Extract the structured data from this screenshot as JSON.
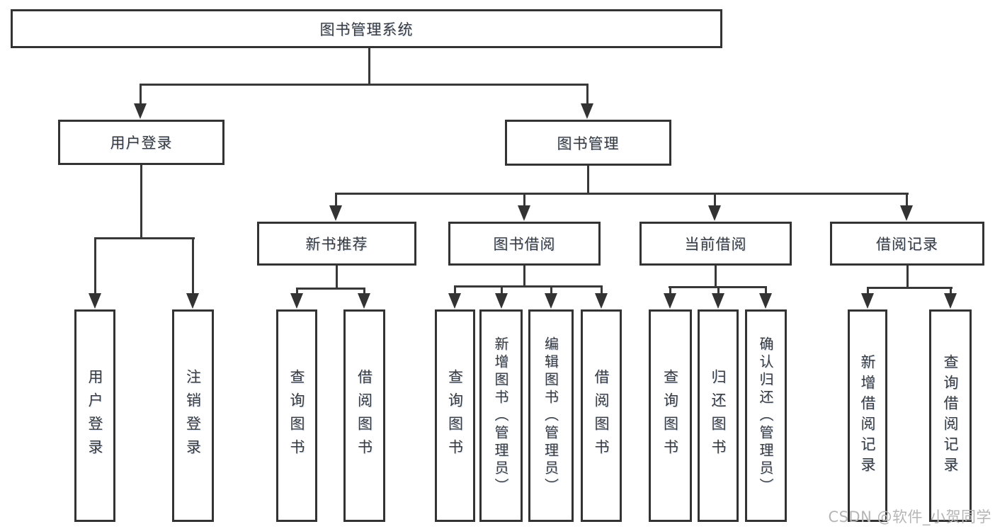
{
  "tree": {
    "root": "图书管理系统",
    "branches": [
      {
        "label": "用户登录",
        "children": [
          {
            "label": "用户登录"
          },
          {
            "label": "注销登录"
          }
        ]
      },
      {
        "label": "图书管理",
        "children": [
          {
            "label": "新书推荐",
            "children": [
              {
                "label": "查询图书"
              },
              {
                "label": "借阅图书"
              }
            ]
          },
          {
            "label": "图书借阅",
            "children": [
              {
                "label": "查询图书"
              },
              {
                "label": "新增图书（管理员）"
              },
              {
                "label": "编辑图书（管理员）"
              },
              {
                "label": "借阅图书"
              }
            ]
          },
          {
            "label": "当前借阅",
            "children": [
              {
                "label": "查询图书"
              },
              {
                "label": "归还图书"
              },
              {
                "label": "确认归还（管理员）"
              }
            ]
          },
          {
            "label": "借阅记录",
            "children": [
              {
                "label": "新增借阅记录"
              },
              {
                "label": "查询借阅记录"
              }
            ]
          }
        ]
      }
    ]
  },
  "watermark": "CSDN @软件_小贺同学",
  "colors": {
    "line": "#383838",
    "border": "#333333",
    "text": "#3a3a3a",
    "watermark": "#b5b5b5",
    "background": "#ffffff"
  }
}
